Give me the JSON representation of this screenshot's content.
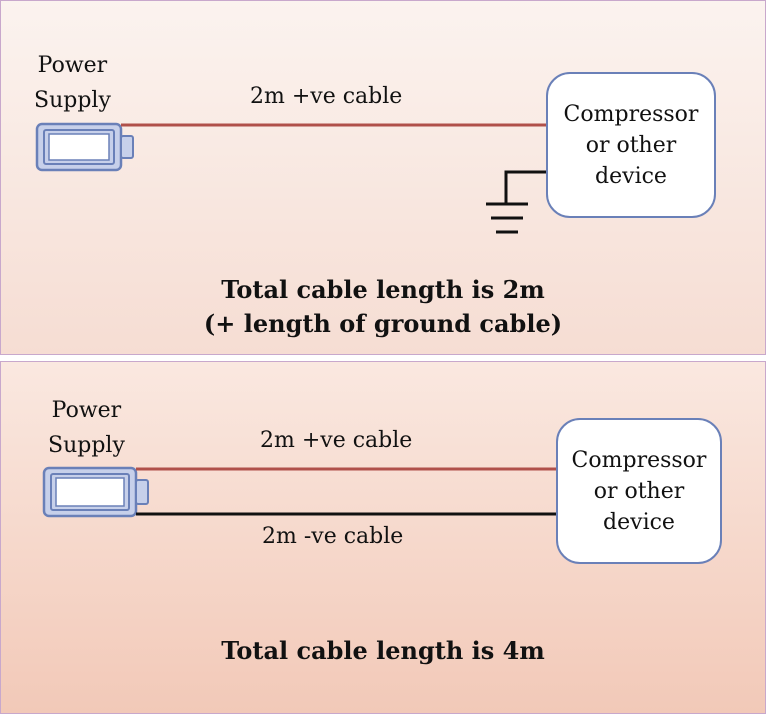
{
  "top_panel": {
    "power_supply_label": "Power\nSupply",
    "cable_label": "2m +ve cable",
    "device_label": "Compressor\nor other\ndevice",
    "caption_line1": "Total cable length is 2m",
    "caption_line2": "(+ length of ground cable)"
  },
  "bottom_panel": {
    "power_supply_label": "Power\nSupply",
    "positive_cable_label": "2m +ve cable",
    "negative_cable_label": "2m -ve cable",
    "device_label": "Compressor\nor other\ndevice",
    "caption": "Total cable length is 4m"
  },
  "colors": {
    "positive_cable": "#b0504a",
    "negative_cable": "#111111",
    "battery_outline": "#6a80b8",
    "device_border": "#6a80b8"
  }
}
